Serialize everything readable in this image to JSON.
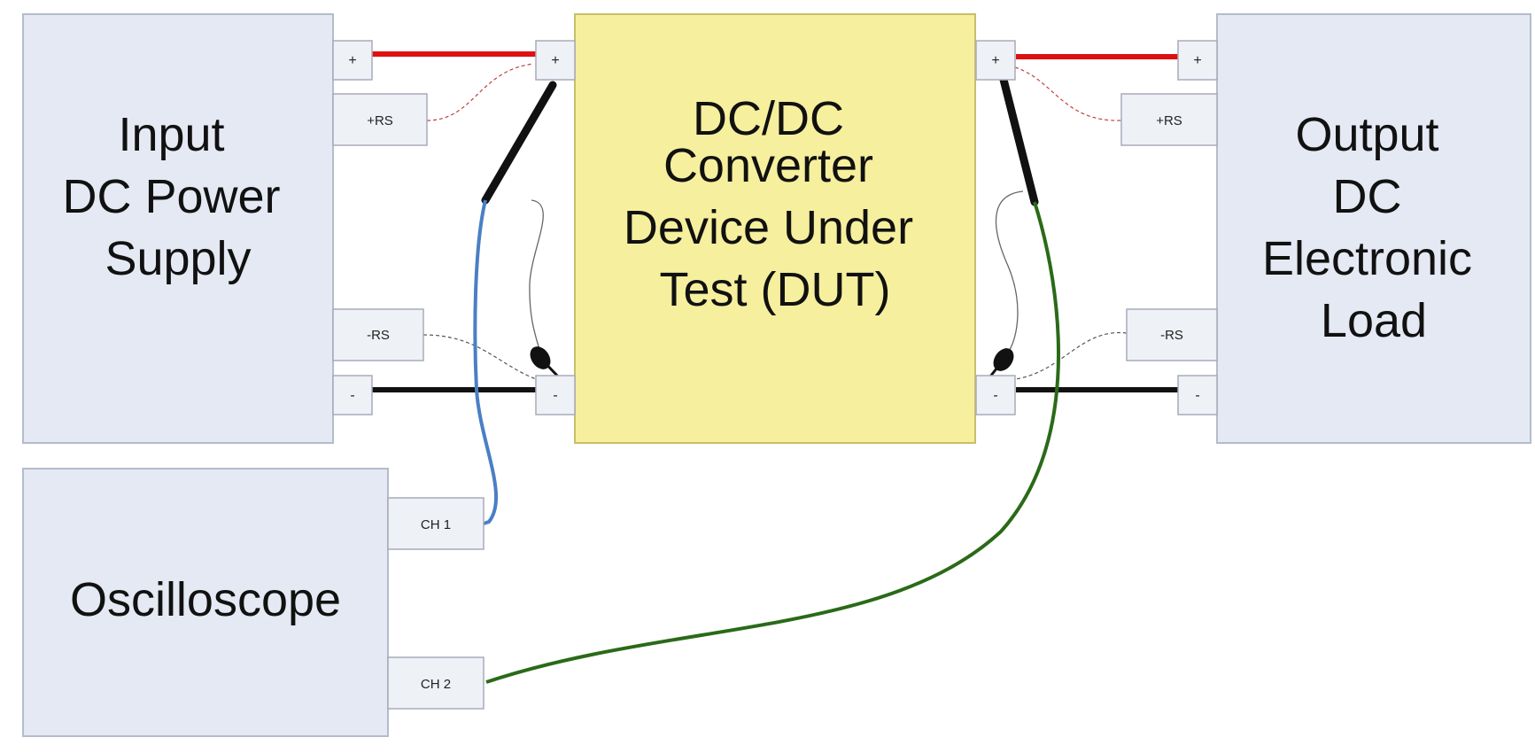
{
  "blocks": {
    "input_supply": {
      "lines": [
        "Input",
        "DC Power",
        "Supply"
      ]
    },
    "dut": {
      "lines": [
        "DC/DC",
        "Converter",
        "Device Under",
        "Test (DUT)"
      ]
    },
    "output_load": {
      "lines": [
        "Output",
        "DC",
        "Electronic",
        "Load"
      ]
    },
    "oscilloscope": {
      "lines": [
        "Oscilloscope"
      ]
    }
  },
  "terminals": {
    "supply_plus": "+",
    "supply_plus_rs": "+RS",
    "supply_minus_rs": "-RS",
    "supply_minus": "-",
    "dut_in_plus": "+",
    "dut_in_minus": "-",
    "dut_out_plus": "+",
    "dut_out_minus": "-",
    "load_plus": "+",
    "load_plus_rs": "+RS",
    "load_minus_rs": "-RS",
    "load_minus": "-",
    "scope_ch1": "CH 1",
    "scope_ch2": "CH 2"
  },
  "colors": {
    "block_fill": "#e4e9f3",
    "dut_fill": "#f6ef9d",
    "positive_wire": "#dd1111",
    "negative_wire": "#111111",
    "ch1_probe": "#4a7fc4",
    "ch2_probe": "#2a6a18"
  }
}
